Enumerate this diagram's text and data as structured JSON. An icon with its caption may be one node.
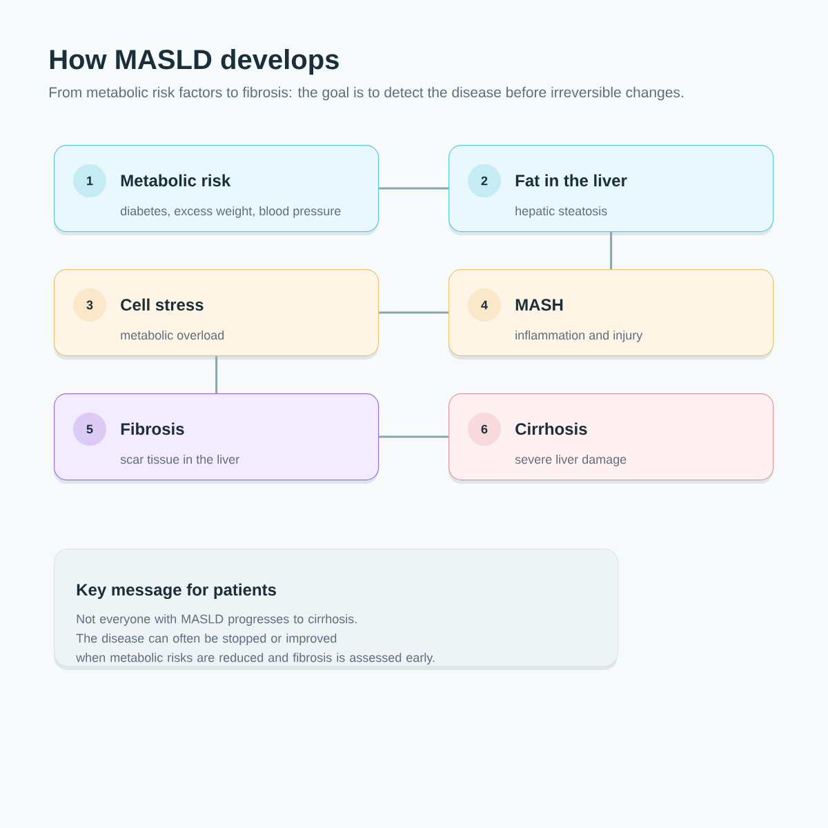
{
  "diagram": {
    "title": "How MASLD develops",
    "caption": "From metabolic risk factors to fibrosis: the goal is to detect the disease before irreversible changes.",
    "nodes": [
      {
        "text": [
          "Metabolic risk",
          "diabetes, excess weight, blood pressure"
        ]
      },
      {
        "text": [
          "1"
        ],
        "in": 0
      },
      {
        "text": [
          "Fat in the liver",
          "hepatic steatosis"
        ]
      },
      {
        "text": [
          "2"
        ],
        "in": 2
      },
      {
        "text": [
          "Cell stress",
          "metabolic overload"
        ]
      },
      {
        "text": [
          "3"
        ],
        "in": 4
      },
      {
        "text": [
          "MASH",
          "inflammation and injury"
        ]
      },
      {
        "text": [
          "4"
        ],
        "in": 6
      },
      {
        "text": [
          "Fibrosis",
          "scar tissue in the liver"
        ]
      },
      {
        "text": [
          "5"
        ],
        "in": 8
      },
      {
        "text": [
          "Cirrhosis",
          "severe liver damage"
        ]
      },
      {
        "text": [
          "6"
        ],
        "in": 10
      },
      {
        "text": [
          "Key message for patients",
          "Not everyone with MASLD progresses to cirrhosis. The disease can often be stopped or improved when metabolic risks are reduced and fibrosis is assessed early."
        ]
      }
    ],
    "edges": [
      {
        "from": 0,
        "to": 2,
        "arrow": "none"
      },
      {
        "from": 2,
        "to": 6,
        "arrow": "none"
      },
      {
        "from": 4,
        "to": 6,
        "arrow": "none"
      },
      {
        "from": 4,
        "to": 8,
        "arrow": "none"
      },
      {
        "from": 8,
        "to": 10,
        "arrow": "none"
      }
    ]
  }
}
